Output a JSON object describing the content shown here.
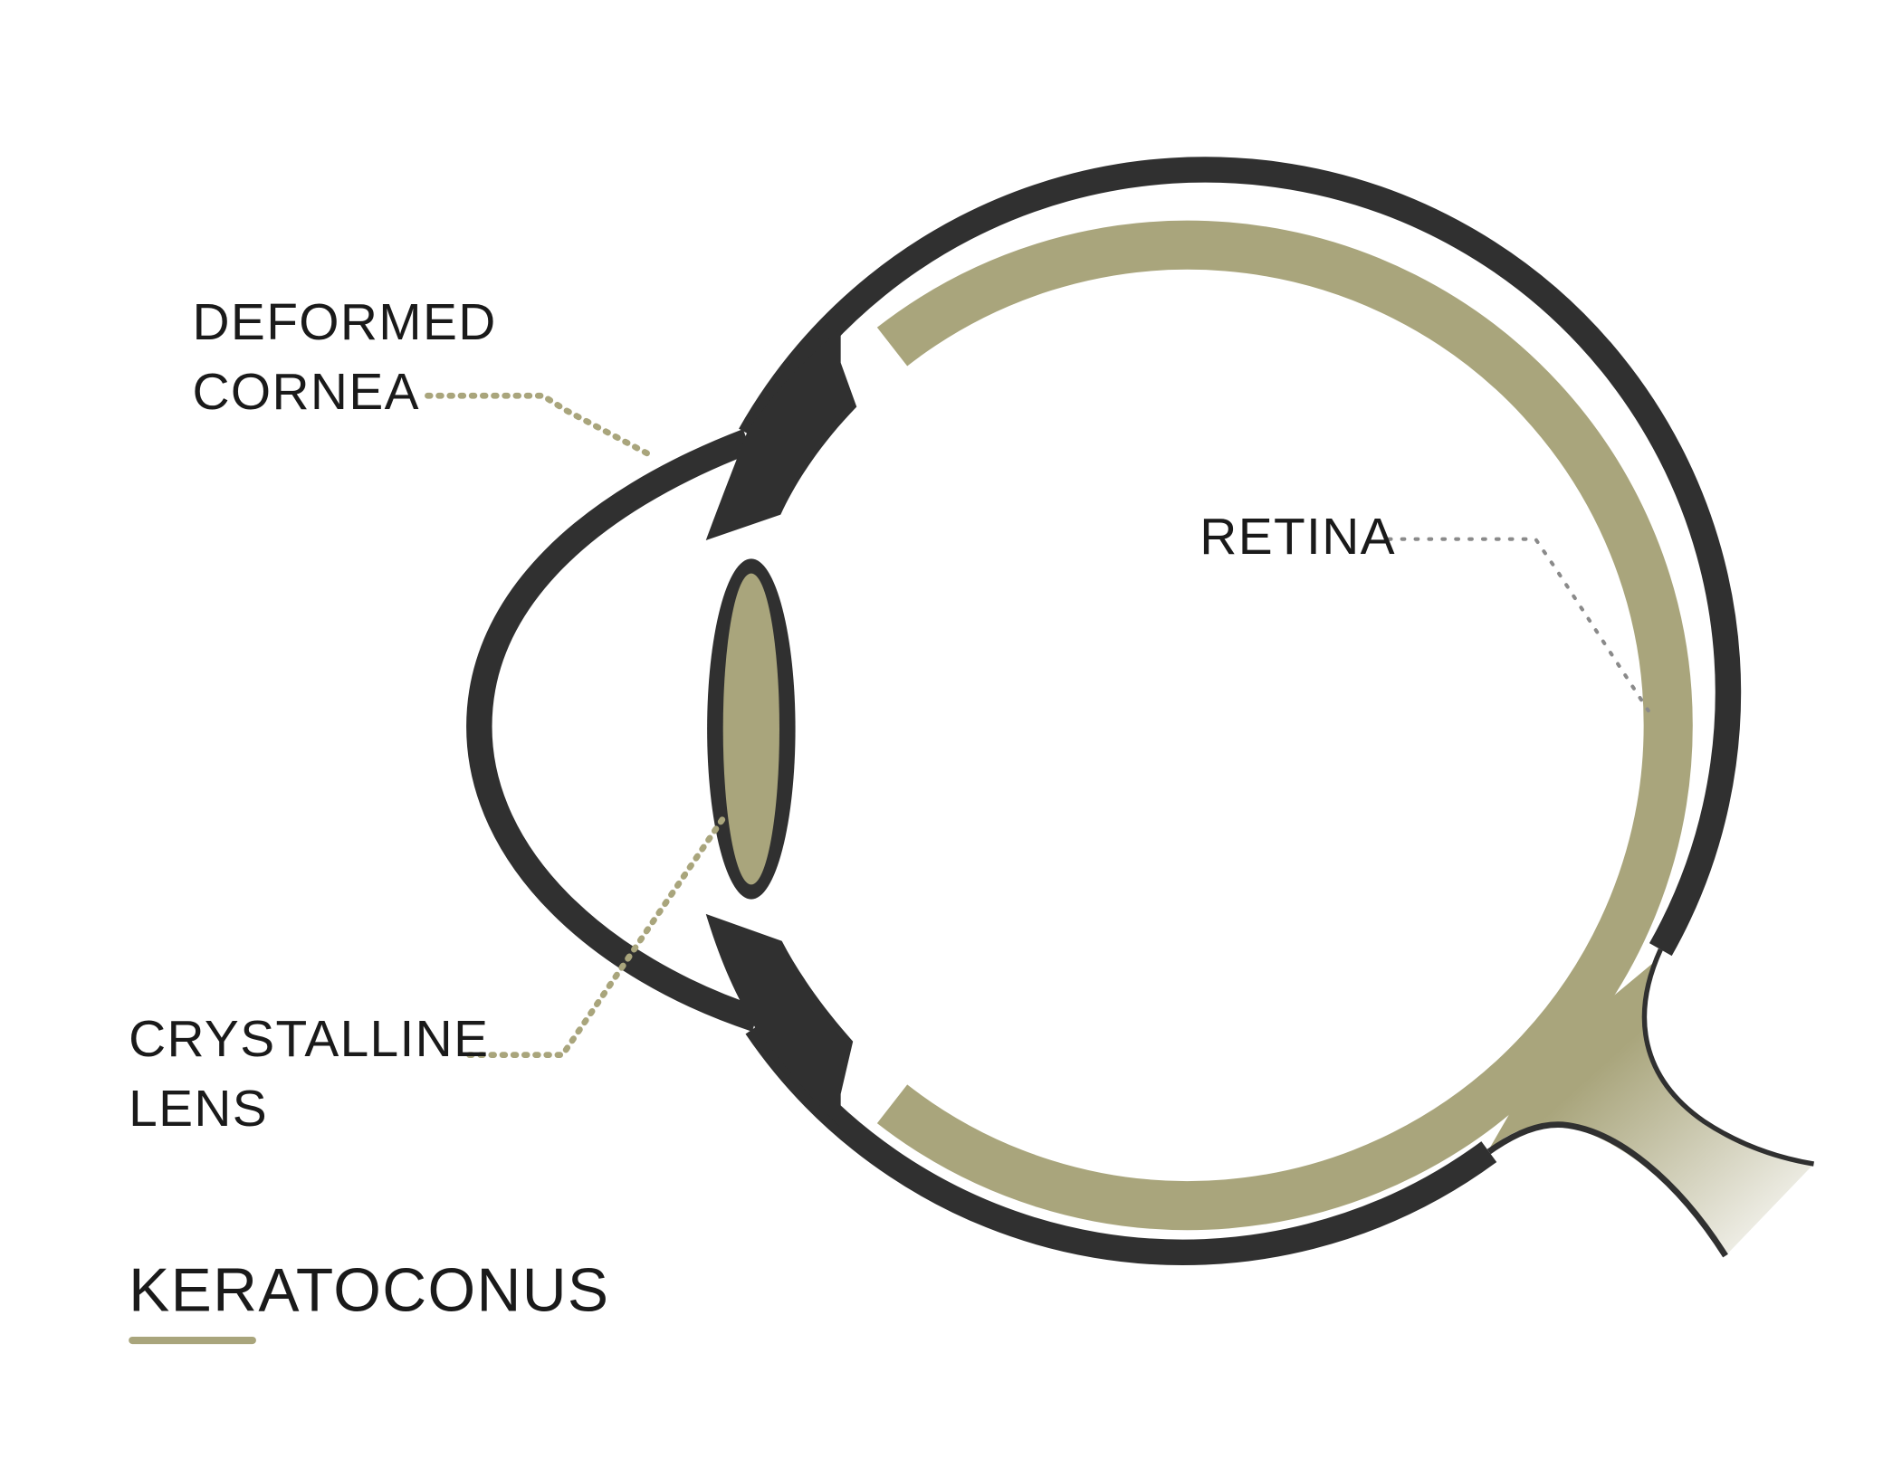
{
  "labels": {
    "cornea_line1": "DEFORMED",
    "cornea_line2": "CORNEA",
    "retina": "RETINA",
    "lens_line1": "CRYSTALLINE",
    "lens_line2": "LENS"
  },
  "title": "KERATOCONUS",
  "colors": {
    "dark": "#303030",
    "olive": "#a9a57c",
    "retina_leader": "#8a8a8a"
  }
}
